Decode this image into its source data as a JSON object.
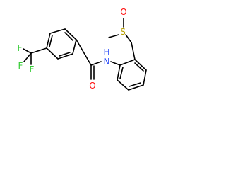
{
  "molecule": {
    "atoms": [
      {
        "label": "F",
        "color": "#33cc33"
      },
      {
        "label": "F",
        "color": "#33cc33"
      },
      {
        "label": "F",
        "color": "#33cc33"
      },
      {
        "label": "O",
        "color": "#ff0d0d"
      },
      {
        "label": "N",
        "color": "#3050f8"
      },
      {
        "label": "H",
        "color": "#3050f8"
      },
      {
        "label": "S",
        "color": "#b8a000"
      },
      {
        "label": "O",
        "color": "#ff0d0d"
      }
    ]
  }
}
